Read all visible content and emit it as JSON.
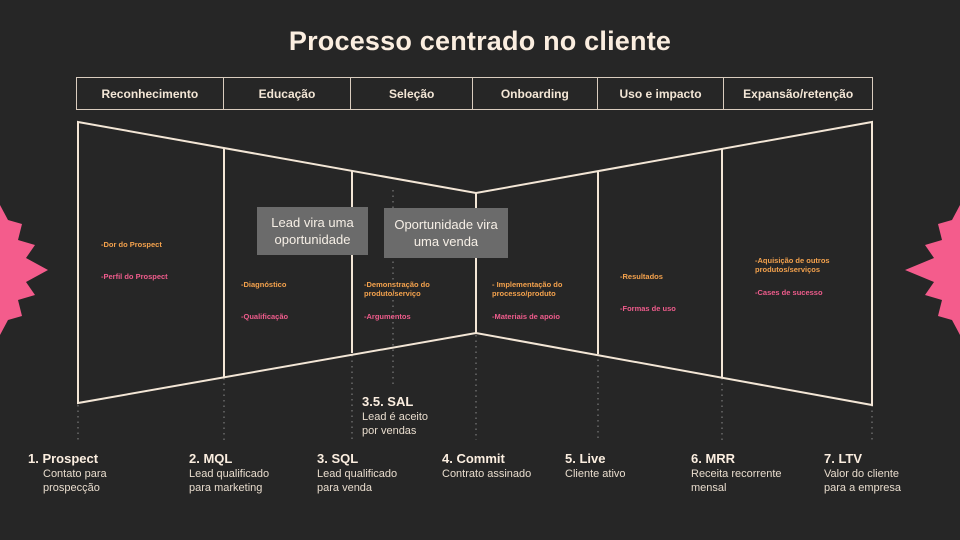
{
  "title": "Processo centrado no cliente",
  "stages": [
    "Reconhecimento",
    "Educação",
    "Seleção",
    "Onboarding",
    "Uso e impacto",
    "Expansão/retenção"
  ],
  "funnel_items": {
    "reconhecimento": [
      "-Dor do Prospect",
      "-Perfil do Prospect"
    ],
    "educacao": [
      "-Diagnóstico",
      "-Qualificação"
    ],
    "selecao": [
      "-Demonstração do produto/serviço",
      "-Argumentos"
    ],
    "onboarding": [
      "- Implementação do processo/produto",
      "-Materiais de apoio"
    ],
    "uso": [
      "-Resultados",
      "-Formas de uso"
    ],
    "expansao": [
      "-Aquisição de outros produtos/serviços",
      "-Cases de sucesso"
    ]
  },
  "callouts": {
    "lead": "Lead vira uma oportunidade",
    "opportunity": "Oportunidade vira uma venda"
  },
  "sal": {
    "title": "3.5. SAL",
    "desc_line1": "Lead é aceito",
    "desc_line2": "por vendas"
  },
  "milestones": [
    {
      "title": "1. Prospect",
      "line1": "Contato para",
      "line2": "prospecção"
    },
    {
      "title": "2. MQL",
      "line1": "Lead qualificado",
      "line2": "para marketing"
    },
    {
      "title": "3. SQL",
      "line1": "Lead qualificado",
      "line2": "para venda"
    },
    {
      "title": "4. Commit",
      "line1": "Contrato assinado",
      "line2": ""
    },
    {
      "title": "5. Live",
      "line1": "Cliente ativo",
      "line2": ""
    },
    {
      "title": "6. MRR",
      "line1": "Receita recorrente",
      "line2": "mensal"
    },
    {
      "title": "7. LTV",
      "line1": "Valor do cliente",
      "line2": "para a empresa"
    }
  ],
  "colors": {
    "background": "#262626",
    "line": "#f3e6d6",
    "orange": "#f4a24d",
    "pink": "#ef5c8c",
    "callout_bg": "#6b6b6b",
    "starburst": "#f45c8c"
  }
}
